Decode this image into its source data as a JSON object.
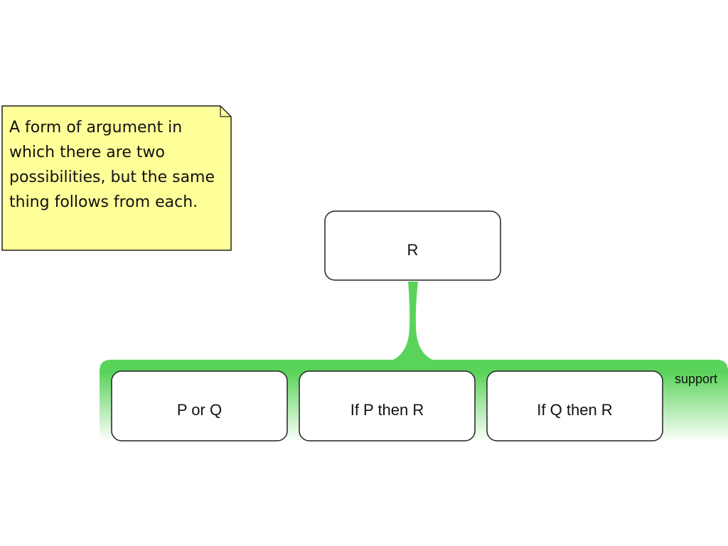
{
  "note": {
    "text": "A form of argument in which there are two possibilities, but the same thing follows from each."
  },
  "conclusion": {
    "label": "R"
  },
  "support_group": {
    "label": "support",
    "color": "#5ad35a",
    "premises": [
      {
        "label": "P or Q"
      },
      {
        "label": "If P then R"
      },
      {
        "label": "If Q then R"
      }
    ]
  },
  "colors": {
    "note_fill": "#ffff99",
    "note_border": "#222222",
    "box_fill": "#ffffff",
    "box_border": "#222222",
    "support_green": "#5ad35a"
  }
}
